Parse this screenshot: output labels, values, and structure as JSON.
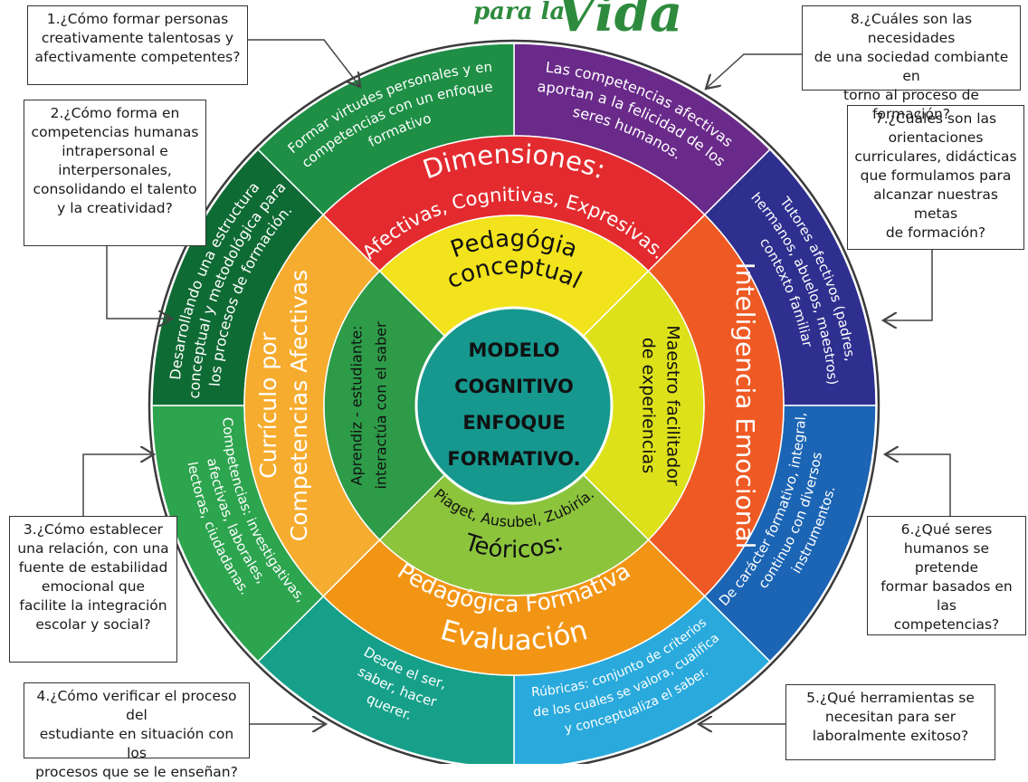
{
  "brand": {
    "small": "para la",
    "big": "Vida"
  },
  "center": {
    "lines": [
      "MODELO",
      "COGNITIVO",
      "ENFOQUE",
      "FORMATIVO."
    ]
  },
  "inner_ring": {
    "top": [
      "Pedagógia",
      "conceptual"
    ],
    "right": [
      "Maestro facilitador",
      "de experiencias"
    ],
    "bottom": [
      "Piaget, Ausubel, Zubiría.",
      "Teóricos:"
    ],
    "left": [
      "Aprendiz - estudiante:",
      "interactúa con el saber"
    ]
  },
  "middle_ring": {
    "top": [
      "Dimensiones:",
      "Afectivas, Cognitivas, Expresivas."
    ],
    "right": [
      "Inteligencia Emocional"
    ],
    "bottom": [
      "Pedagógica Formativa",
      "Evaluación"
    ],
    "left": [
      "Currículo por",
      "Competencias Afectivas"
    ]
  },
  "outer_ring": {
    "s1": [
      "Formar virtudes personales y en",
      "competencias con un enfoque",
      "formativo"
    ],
    "s2": [
      "Desarrollando una estructura",
      "conceptual y metodológica para",
      "los procesos de formación."
    ],
    "s3": [
      "Competencias: investigativas,",
      "afectivas, laborales,",
      "lectoras, ciudadanas."
    ],
    "s4": [
      "Desde el ser,",
      "saber, hacer",
      "querer."
    ],
    "s5": [
      "Rúbricas: conjunto de criterios",
      "de los cuales se valora, cualifica",
      "y conceptualiza el saber."
    ],
    "s6": [
      "De carácter formativo, integral,",
      "continuo con diversos",
      "instrumentos."
    ],
    "s7": [
      "Tutores afectivos (padres,",
      "hermanos, abuelos, maestros)",
      "contexto familiar"
    ],
    "s8": [
      "Las competencias afectivas",
      "aportan a la felicidad de los",
      "seres humanos."
    ]
  },
  "questions": {
    "q1": "1.¿Cómo formar personas\ncreativamente talentosas y\nafectivamente competentes?",
    "q2": "2.¿Cómo forma en\ncompetencias humanas\nintrapersonal e\ninterpersonales,\nconsolidando el talento\ny la creatividad?",
    "q3": "3.¿Cómo establecer\nuna relación, con una\nfuente de estabilidad\nemocional que\nfacilite la integración\nescolar y social?",
    "q4": "4.¿Cómo verificar el proceso del\nestudiante en situación con los\nprocesos que se le enseñan?",
    "q5": "5.¿Qué herramientas se\nnecesitan para ser\nlaboralmente exitoso?",
    "q6": "6.¿Qué seres\nhumanos se pretende\nformar basados en las\ncompetencias?",
    "q7": "7.¿Cuáles son las\norientaciones\ncurriculares, didácticas\nque formulamos para\nalcanzar nuestras metas\nde formación?",
    "q8": "8.¿Cuáles son las necesidades\nde una sociedad combiante en\ntorno al proceso de formación?"
  },
  "colors": {
    "outer_s1": "#1e8f45",
    "outer_s2": "#0f6b34",
    "outer_s3": "#2da44e",
    "outer_s4": "#16a08a",
    "outer_s5": "#2aa9dc",
    "outer_s6": "#1c64b4",
    "outer_s7": "#2e2f8f",
    "outer_s8": "#6a2a8a",
    "mid_top": "#e32b2f",
    "mid_right": "#ef5a24",
    "mid_bottom": "#f39514",
    "mid_left": "#f6ac2e",
    "inner_top": "#f2e31c",
    "inner_right": "#dde11a",
    "inner_bottom": "#8cc43c",
    "inner_left": "#2e9b49",
    "core": "#16988f",
    "ring_border": "#3a3a3a"
  }
}
